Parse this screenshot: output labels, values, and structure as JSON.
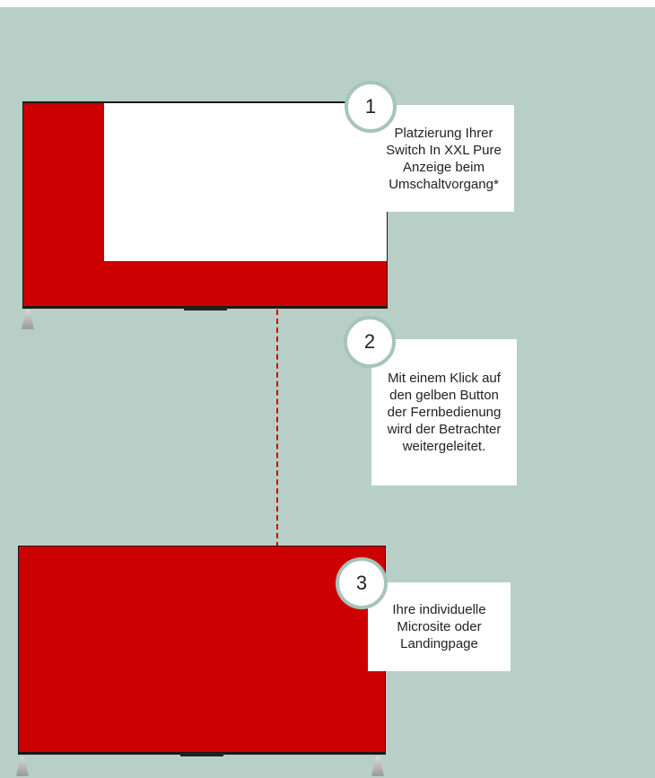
{
  "steps": [
    {
      "number": "1",
      "text": "Platzierung Ihrer Switch In XXL Pure Anzeige beim Umschaltvorgang*"
    },
    {
      "number": "2",
      "text": "Mit einem Klick auf den gelben Button der Fernbedienung wird der Betrachter weitergeleitet."
    },
    {
      "number": "3",
      "text": "Ihre individuelle Microsite oder Landingpage"
    }
  ],
  "colors": {
    "background": "#b7cfc7",
    "ad_red": "#cc0000",
    "circle_ring": "#a6c4ba"
  }
}
